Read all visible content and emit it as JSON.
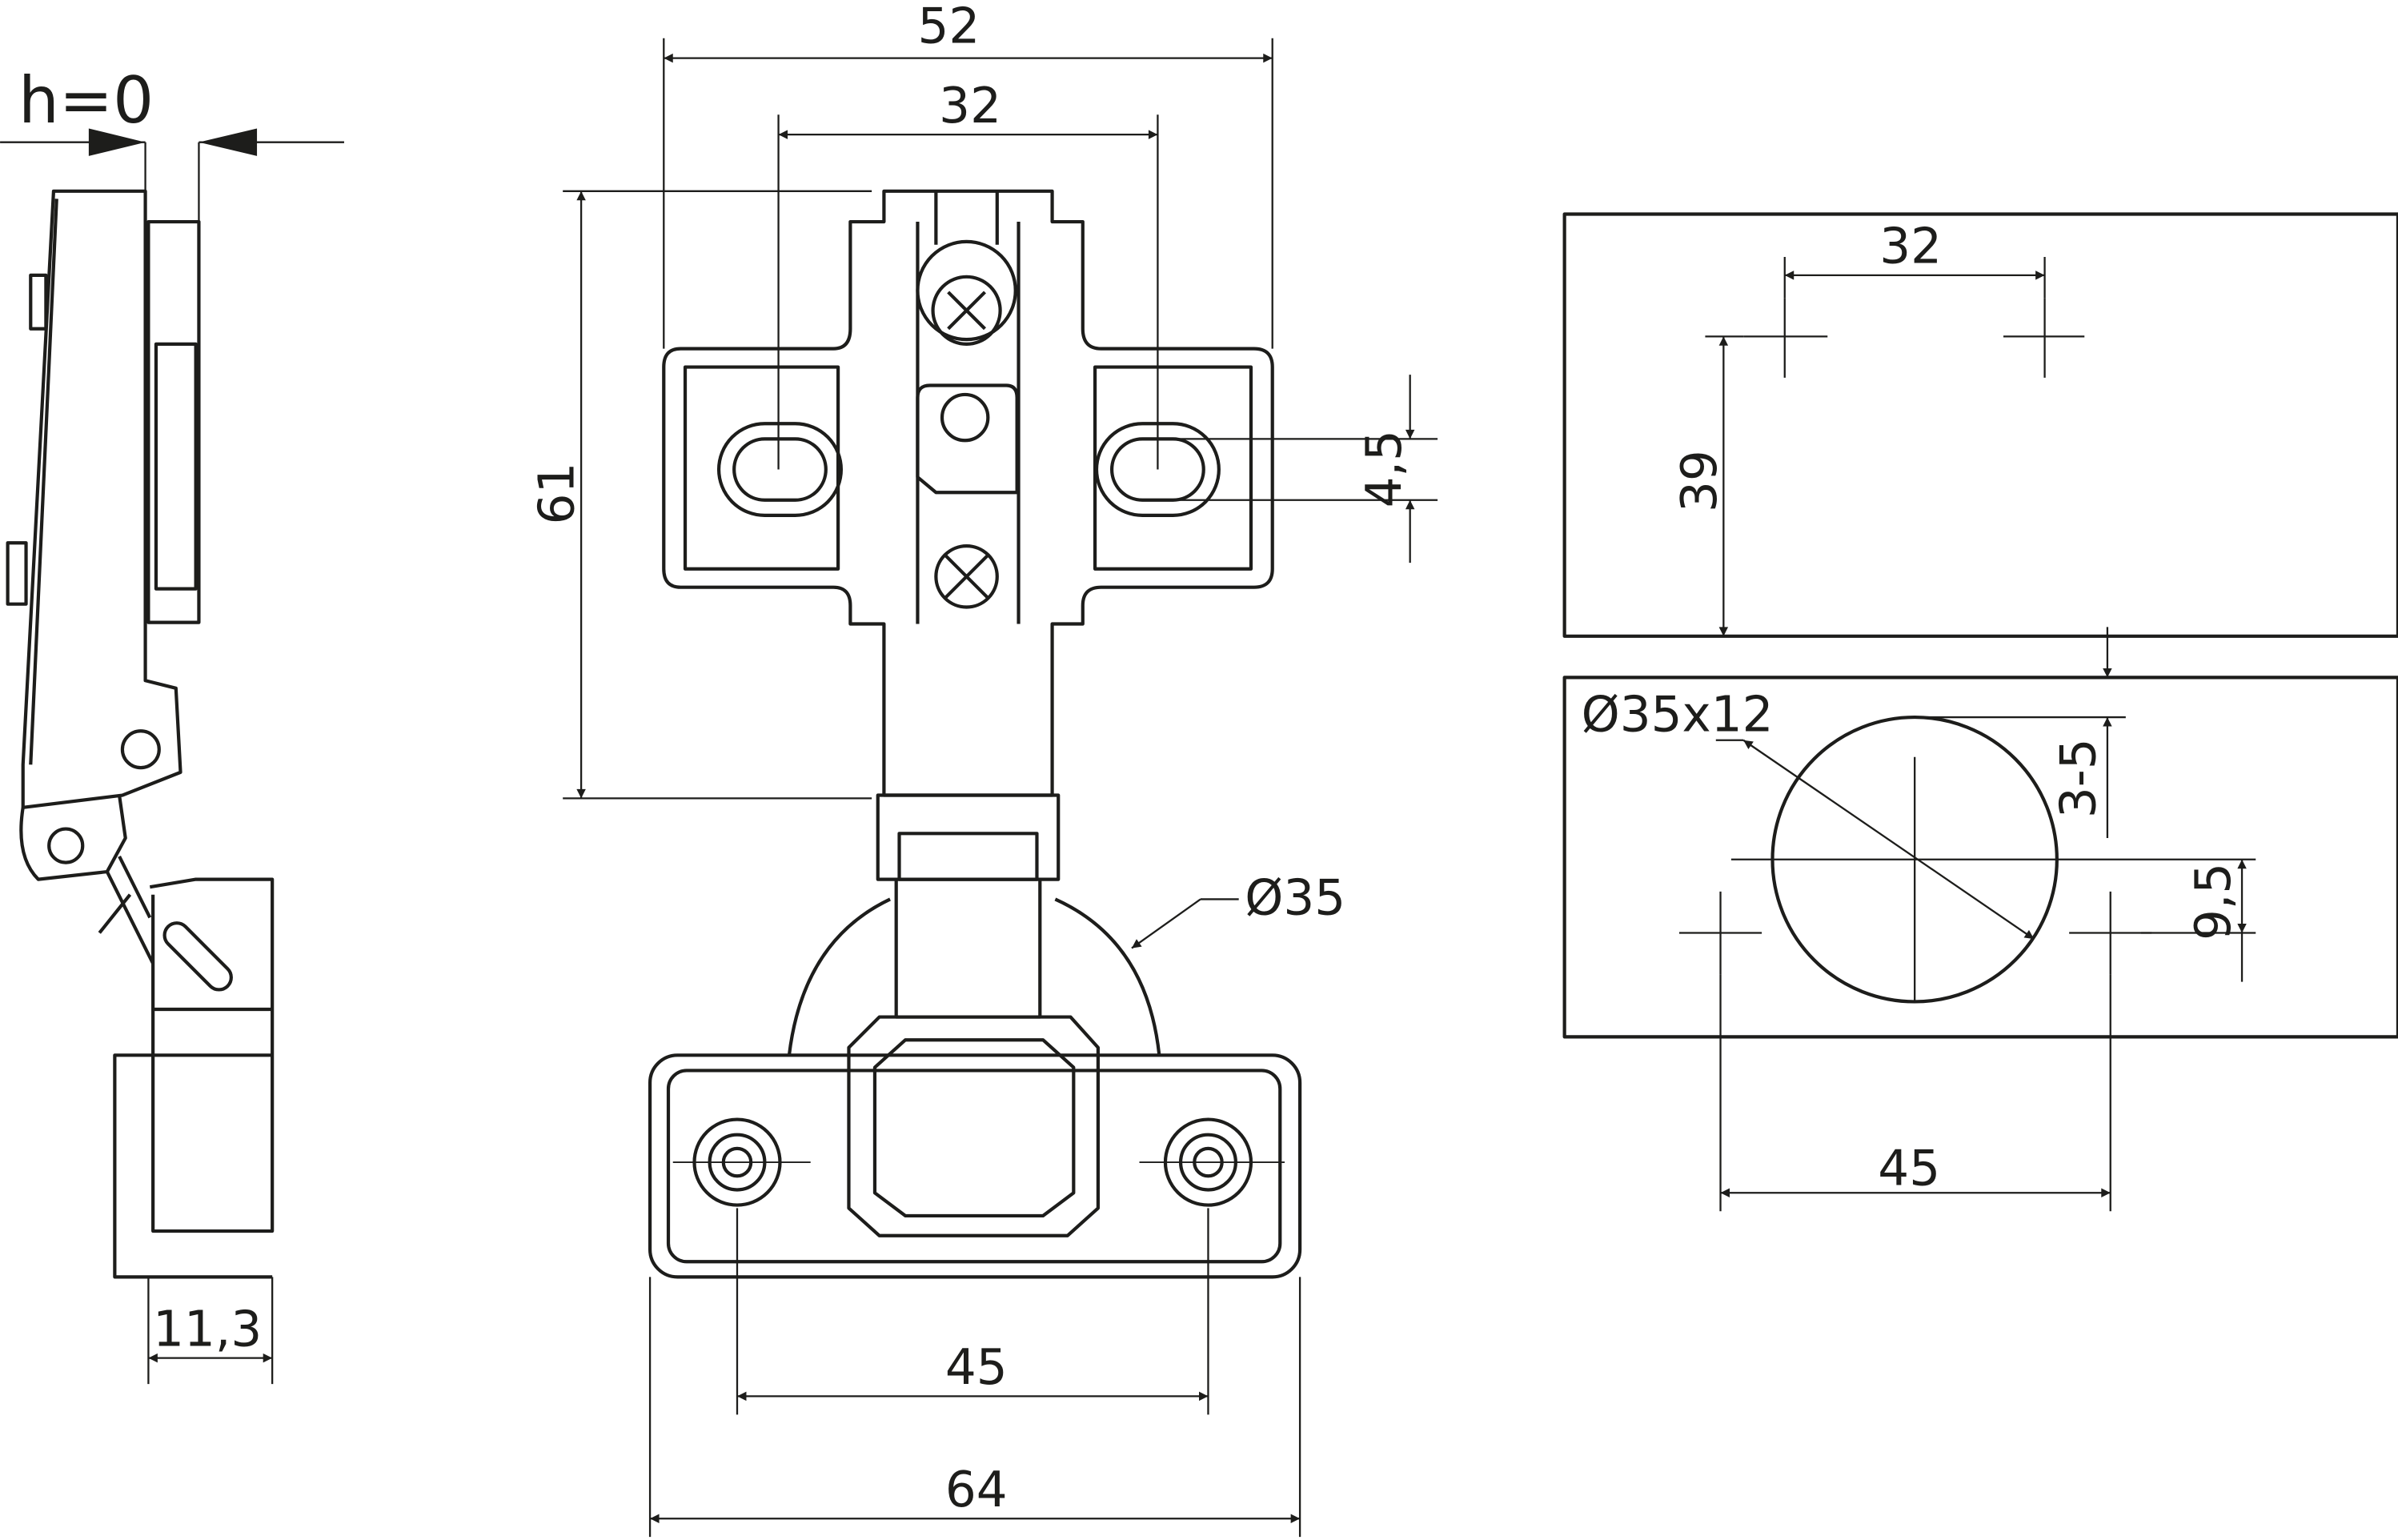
{
  "side_view": {
    "gap_label": "h=0",
    "depth_label": "11,3"
  },
  "front_view": {
    "width_total": "52",
    "hole_spacing_top": "32",
    "height": "61",
    "slot_width": "4,5",
    "cup_diameter": "Ø35",
    "base_hole_spacing": "45",
    "base_width": "64"
  },
  "drilling_pattern": {
    "top_hole_spacing": "32",
    "top_vertical": "39",
    "cup_spec": "Ø35x12",
    "edge_distance": "3-5",
    "offset": "9,5",
    "bottom_hole_spacing": "45"
  },
  "colors": {
    "line": "#1d1d1b",
    "background": "#ffffff"
  }
}
